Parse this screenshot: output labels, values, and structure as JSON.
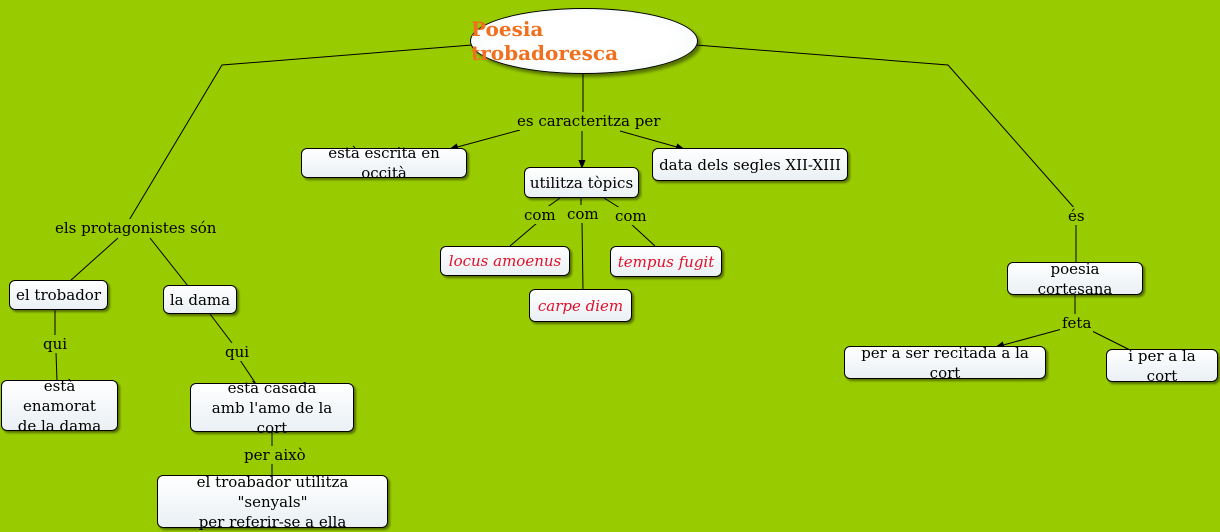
{
  "colors": {
    "background": "#99cc00",
    "root_text": "#f07020",
    "highlight_text": "#e0102a"
  },
  "root": "Poesia trobadoresca",
  "links": {
    "caracteritza": "es caracteritza per",
    "protagonistes": "els protagonistes són",
    "es": "és",
    "qui1": "qui",
    "qui2": "qui",
    "per_aixo": "per això",
    "com1": "com",
    "com2": "com",
    "com3": "com",
    "feta": "feta"
  },
  "nodes": {
    "occita": "està escrita en occità",
    "topics": "utilitza tòpics",
    "segles": "data dels segles XII-XIII",
    "locus": "locus amoenus",
    "carpe": "carpe diem",
    "tempus": "tempus fugit",
    "trobador": "el trobador",
    "dama": "la dama",
    "enamorat": "està enamorat\nde la dama",
    "casada": "està casada\namb l'amo de la cort",
    "senyals": "el troabador utilitza \"senyals\"\nper referir-se a ella",
    "cortesana": "poesia cortesana",
    "recitada": "per a ser recitada a la cort",
    "cort": "i per a la cort"
  }
}
